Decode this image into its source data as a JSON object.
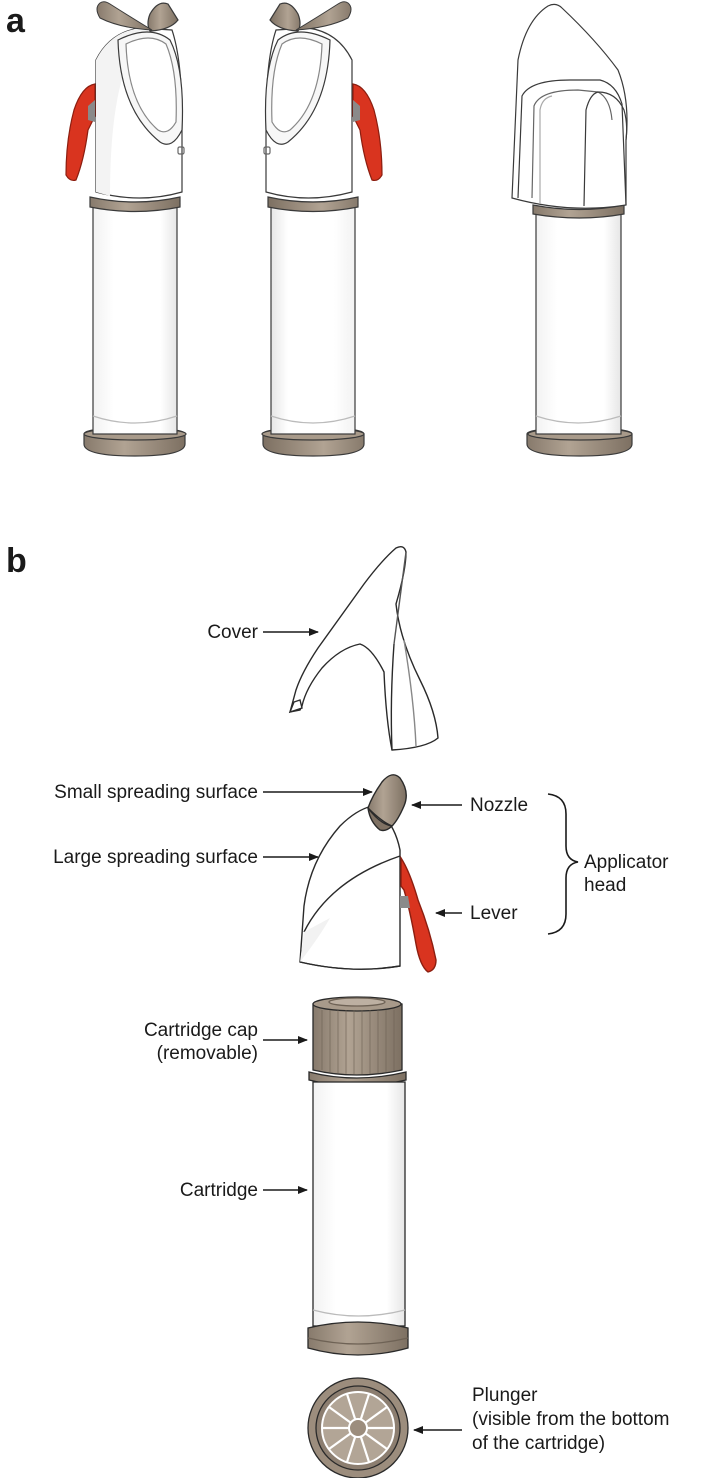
{
  "panels": {
    "a": "a",
    "b": "b"
  },
  "labels": {
    "cover": "Cover",
    "small_spreading_surface": "Small spreading surface",
    "large_spreading_surface": "Large spreading surface",
    "nozzle": "Nozzle",
    "lever": "Lever",
    "applicator_head": [
      "Applicator",
      "head"
    ],
    "cartridge_cap": [
      "Cartridge cap",
      "(removable)"
    ],
    "cartridge": "Cartridge",
    "plunger": [
      "Plunger",
      "(visible from the bottom",
      "of the cartridge)"
    ]
  },
  "colors": {
    "tan": "#9c8d7d",
    "tan_dark": "#7f7163",
    "lever_red": "#d9341f",
    "outline": "#3a3a3a",
    "body": "#ffffff",
    "shade": "#eeeeee"
  }
}
